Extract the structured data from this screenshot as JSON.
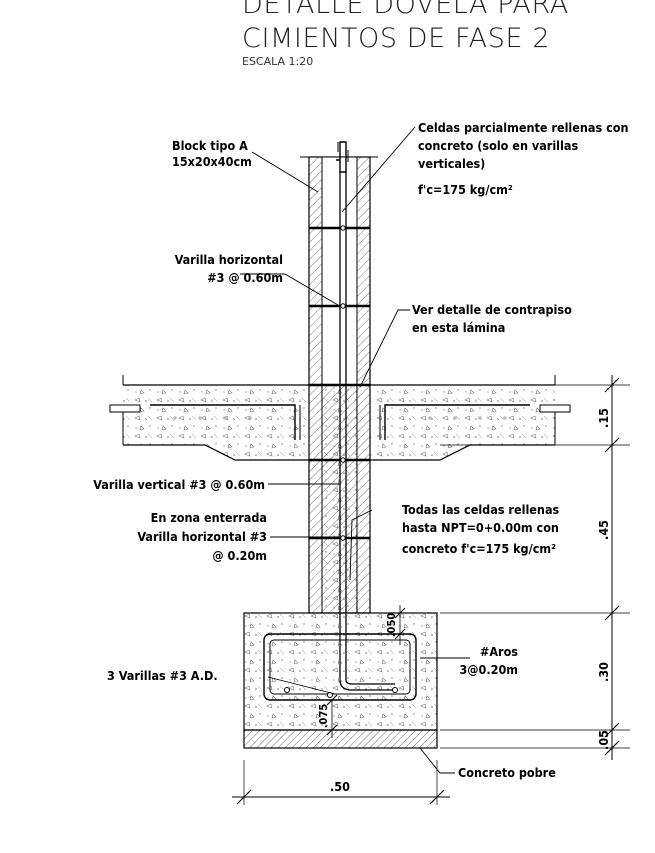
{
  "title": {
    "line1": "DETALLE DOVELA PARA",
    "line2": "CIMIENTOS DE FASE 2",
    "scale": "ESCALA 1:20"
  },
  "labels": {
    "block_1": "Block tipo A",
    "block_2": "15x20x40cm",
    "celdas_1": "Celdas parcialmente rellenas con",
    "celdas_2": "concreto (solo en varillas",
    "celdas_3": "verticales)",
    "celdas_4": "f'c=175  kg/cm²",
    "varh_1": "Varilla horizontal",
    "varh_2": "#3  @  0.60m",
    "ver_1": "Ver detalle de contrapiso",
    "ver_2": "en esta lámina",
    "varv": "Varilla vertical  #3  @  0.60m",
    "enz_1": "En zona enterrada",
    "enz_2": "Varilla horizontal  #3",
    "enz_3": "@  0.20m",
    "todas_1": "Todas las celdas rellenas",
    "todas_2": "hasta NPT=0+0.00m con",
    "todas_3": "concreto  f'c=175  kg/cm²",
    "aros_1": "#Aros",
    "aros_2": "3@0.20m",
    "tres_var": "3 Varillas  #3 A.D.",
    "pobre": "Concreto pobre"
  },
  "dimensions": {
    "d15": ".15",
    "d45": ".45",
    "d30": ".30",
    "d05": ".05",
    "d50": ".50",
    "d050": ".050",
    "d075": ".075"
  },
  "colors": {
    "ink": "#000000",
    "hatch": "#555555",
    "concrete_dots": "#777777"
  }
}
